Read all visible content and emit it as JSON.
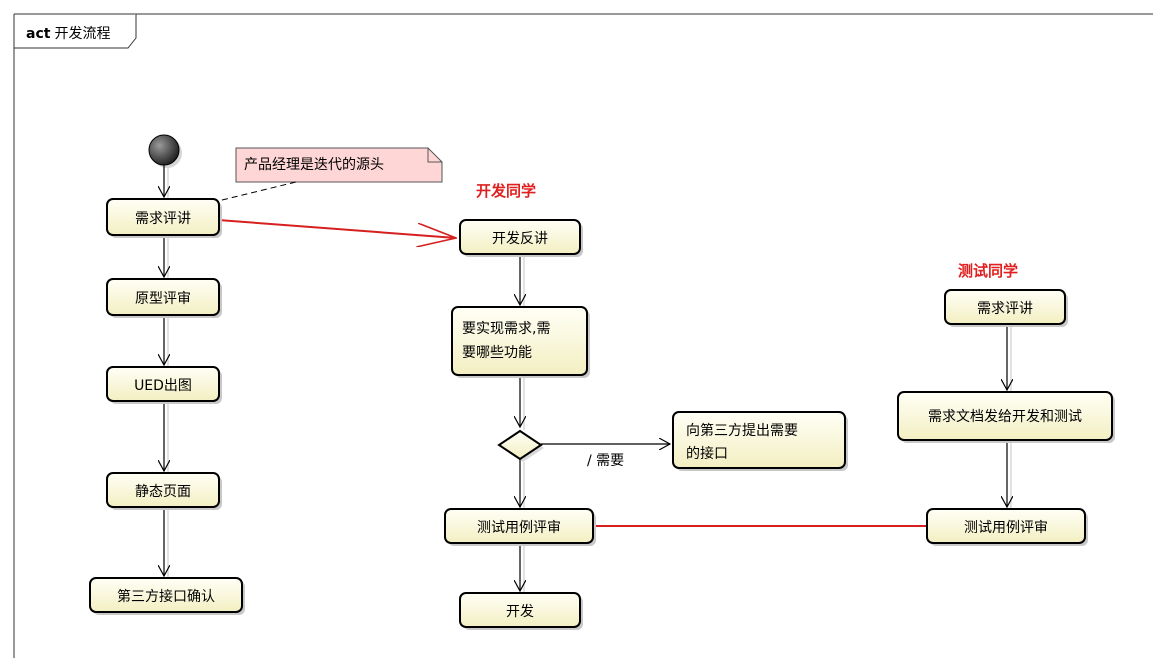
{
  "frame": {
    "keyword": "act",
    "name": "开发流程"
  },
  "note": {
    "text": "产品经理是迭代的源头"
  },
  "lanes": {
    "dev_title": "开发同学",
    "test_title": "测试同学",
    "title_color": "#e02020"
  },
  "left_column": {
    "requirement_review": "需求评讲",
    "prototype_review": "原型评审",
    "ued_design": "UED出图",
    "static_page": "静态页面",
    "third_party_confirm": "第三方接口确认"
  },
  "dev_column": {
    "dev_review": "开发反讲",
    "needed_features_line1": "要实现需求,需",
    "needed_features_line2": "要哪些功能",
    "third_party_request_line1": "向第三方提出需要",
    "third_party_request_line2": "的接口",
    "guard_label": "/ 需要",
    "test_case_review": "测试用例评审",
    "develop": "开发"
  },
  "test_column": {
    "requirement_review": "需求评讲",
    "send_docs": "需求文档发给开发和测试",
    "test_case_review": "测试用例评审"
  },
  "colors": {
    "node_fill_top": "#fffff4",
    "node_fill_bottom": "#f6f3c8",
    "note_fill": "#ffd6d6",
    "link_red": "#d62020",
    "shadow": "#c8c8c8"
  }
}
